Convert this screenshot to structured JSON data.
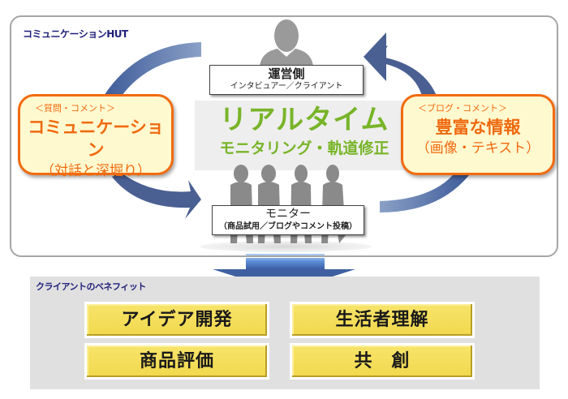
{
  "top_section": {
    "title": "コミュニケーションHUT",
    "operator": {
      "title": "運営側",
      "subtitle": "インタビュアー／クライアント"
    },
    "monitor": {
      "title": "モニター",
      "subtitle": "（商品試用／ブログやコメント投稿）"
    },
    "left_box": {
      "tag": "＜質問・コメント＞",
      "main": "コミュニケーション",
      "sub": "（対話と深堀り）"
    },
    "right_box": {
      "tag": "＜ブログ・コメント＞",
      "main": "豊富な情報",
      "sub": "（画像・テキスト）"
    },
    "center": {
      "title": "リアルタイム",
      "subtitle": "モニタリング・軌道修正"
    }
  },
  "benefits": {
    "title": "クライアントのベネフィット",
    "items": [
      {
        "label": "アイデア開発"
      },
      {
        "label": "生活者理解"
      },
      {
        "label": "商品評価"
      },
      {
        "label": "共　創"
      }
    ]
  },
  "colors": {
    "accent_orange": "#f26b0f",
    "accent_green": "#78b428",
    "arrow_blue": "#4a6aa5",
    "heading_navy": "#1f1f7a",
    "button_yellow": "#f4de5a"
  }
}
